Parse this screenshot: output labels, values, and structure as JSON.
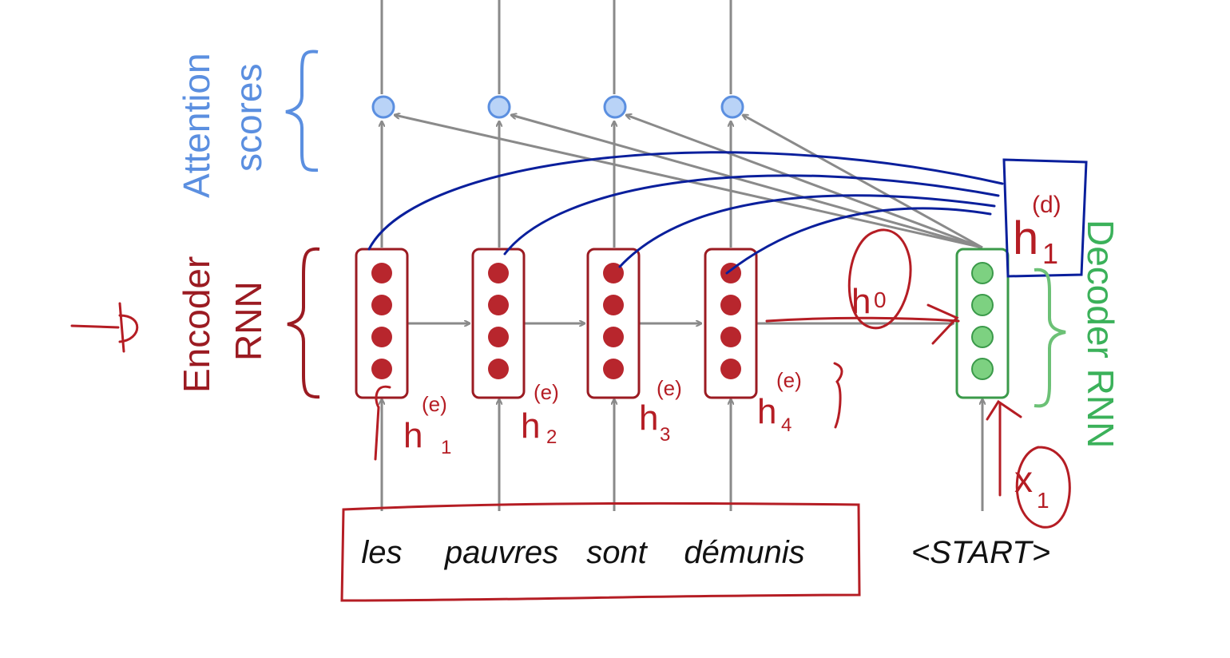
{
  "labels": {
    "attention_line1": "Attention",
    "attention_line2": "scores",
    "encoder_line1": "Encoder",
    "encoder_line2": "RNN",
    "decoder": "Decoder RNN"
  },
  "input_words": [
    "les",
    "pauvres",
    "sont",
    "démunis"
  ],
  "decoder_input": "<START>",
  "annotations": {
    "encoder_states": [
      {
        "base": "h",
        "sub": "1",
        "sup": "(e)"
      },
      {
        "base": "h",
        "sub": "2",
        "sup": "(e)"
      },
      {
        "base": "h",
        "sub": "3",
        "sup": "(e)"
      },
      {
        "base": "h",
        "sub": "4",
        "sup": "(e)"
      }
    ],
    "decoder_state": {
      "base": "h",
      "sub": "1",
      "sup": "(d)"
    },
    "initial_state": {
      "base": "h",
      "sub": "0"
    },
    "decoder_input_symbol": {
      "base": "x",
      "sub": "1"
    }
  },
  "colors": {
    "encoder": "#9b1b22",
    "encoder_dot": "#b8262d",
    "decoder": "#3b9a4a",
    "decoder_dot": "#7dd181",
    "attention": "#5b8fe0",
    "attention_dot": "#b9d3f7",
    "arrow": "#8a8a8a",
    "ink_blue": "#0a1f9c",
    "ink_red": "#b51d24"
  }
}
